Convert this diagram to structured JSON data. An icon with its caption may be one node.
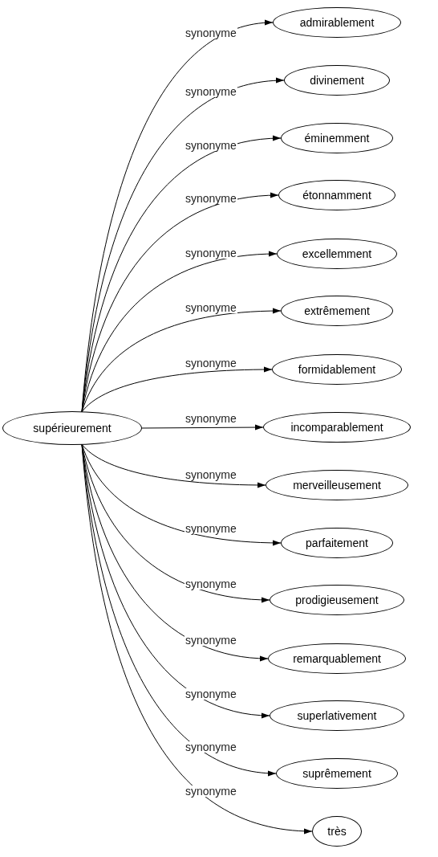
{
  "diagram": {
    "nodes": [
      {
        "text": [
          "supérieurement"
        ]
      },
      {
        "text": [
          "admirablement"
        ]
      },
      {
        "text": [
          "divinement"
        ]
      },
      {
        "text": [
          "éminemment"
        ]
      },
      {
        "text": [
          "étonnamment"
        ]
      },
      {
        "text": [
          "excellemment"
        ]
      },
      {
        "text": [
          "extrêmement"
        ]
      },
      {
        "text": [
          "formidablement"
        ]
      },
      {
        "text": [
          "incomparablement"
        ]
      },
      {
        "text": [
          "merveilleusement"
        ]
      },
      {
        "text": [
          "parfaitement"
        ]
      },
      {
        "text": [
          "prodigieusement"
        ]
      },
      {
        "text": [
          "remarquablement"
        ]
      },
      {
        "text": [
          "superlativement"
        ]
      },
      {
        "text": [
          "suprêmement"
        ]
      },
      {
        "text": [
          "très"
        ]
      }
    ],
    "edges": [
      {
        "from": 0,
        "to": 1,
        "arrow": "to",
        "label": "synonyme"
      },
      {
        "from": 0,
        "to": 2,
        "arrow": "to",
        "label": "synonyme"
      },
      {
        "from": 0,
        "to": 3,
        "arrow": "to",
        "label": "synonyme"
      },
      {
        "from": 0,
        "to": 4,
        "arrow": "to",
        "label": "synonyme"
      },
      {
        "from": 0,
        "to": 5,
        "arrow": "to",
        "label": "synonyme"
      },
      {
        "from": 0,
        "to": 6,
        "arrow": "to",
        "label": "synonyme"
      },
      {
        "from": 0,
        "to": 7,
        "arrow": "to",
        "label": "synonyme"
      },
      {
        "from": 0,
        "to": 8,
        "arrow": "to",
        "label": "synonyme"
      },
      {
        "from": 0,
        "to": 9,
        "arrow": "to",
        "label": "synonyme"
      },
      {
        "from": 0,
        "to": 10,
        "arrow": "to",
        "label": "synonyme"
      },
      {
        "from": 0,
        "to": 11,
        "arrow": "to",
        "label": "synonyme"
      },
      {
        "from": 0,
        "to": 12,
        "arrow": "to",
        "label": "synonyme"
      },
      {
        "from": 0,
        "to": 13,
        "arrow": "to",
        "label": "synonyme"
      },
      {
        "from": 0,
        "to": 14,
        "arrow": "to",
        "label": "synonyme"
      },
      {
        "from": 0,
        "to": 15,
        "arrow": "to",
        "label": "synonyme"
      }
    ]
  }
}
